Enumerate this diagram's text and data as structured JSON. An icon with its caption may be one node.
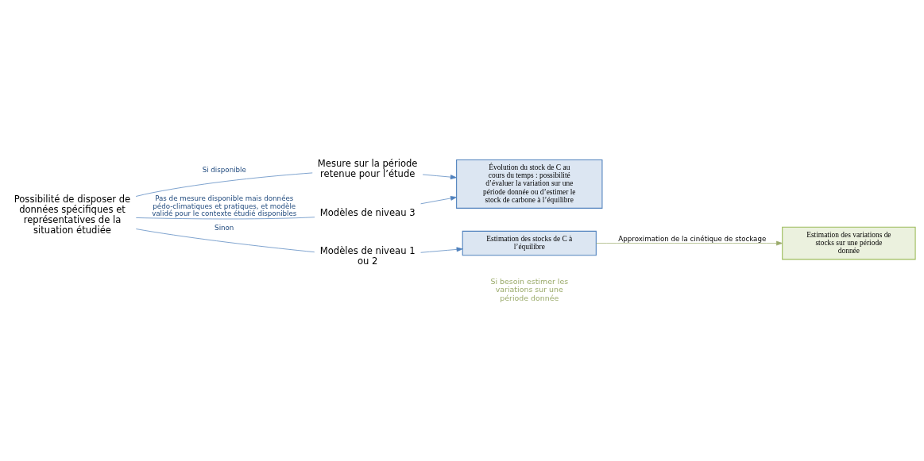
{
  "diagram": {
    "nodes": [
      {
        "text": [
          "Possibilité de disposer de données spécifiques et représentatives de la situation étudiée"
        ]
      },
      {
        "text": [
          "Mesure sur la période retenue pour l’étude"
        ]
      },
      {
        "text": [
          "Modèles de niveau 3"
        ]
      },
      {
        "text": [
          "Modèles de niveau 1 ou 2"
        ]
      },
      {
        "text": [
          "Évolution du stock de C au cours du temps : possibilité d’évaluer la variation sur une période donnée ou d’estimer le stock de carbone à l’équilibre"
        ]
      },
      {
        "text": [
          "Estimation des stocks de C à l’équilibre"
        ]
      },
      {
        "text": [
          "Estimation des variations de stocks sur une période donnée"
        ]
      }
    ],
    "edges": [
      {
        "from": 0,
        "to": 1,
        "arrow": "none",
        "label": "Si disponible"
      },
      {
        "from": 0,
        "to": 2,
        "arrow": "none",
        "label": "Pas de mesure disponible mais données pédo-climatiques et pratiques, et modèle validé pour le contexte étudié disponibles"
      },
      {
        "from": 0,
        "to": 3,
        "arrow": "none",
        "label": "Sinon"
      },
      {
        "from": 1,
        "to": 4,
        "arrow": "to"
      },
      {
        "from": 2,
        "to": 4,
        "arrow": "to"
      },
      {
        "from": 3,
        "to": 5,
        "arrow": "to"
      },
      {
        "from": 5,
        "to": 6,
        "arrow": "to",
        "label": "Approximation de la cinétique de stockage",
        "color": "#9bab6b"
      }
    ],
    "labels": [
      "Si besoin estimer les variations sur une période donnée"
    ]
  }
}
